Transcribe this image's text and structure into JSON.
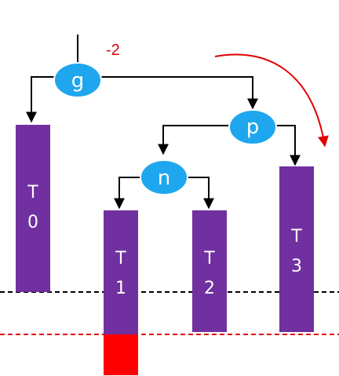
{
  "nodes": {
    "g": {
      "label": "g",
      "balance": "-2"
    },
    "p": {
      "label": "p"
    },
    "n": {
      "label": "n"
    }
  },
  "subtrees": {
    "t0": {
      "line1": "T",
      "line2": "0"
    },
    "t1": {
      "line1": "T",
      "line2": "1"
    },
    "t2": {
      "line1": "T",
      "line2": "2"
    },
    "t3": {
      "line1": "T",
      "line2": "3"
    }
  },
  "colors": {
    "node_fill": "#1ea6ee",
    "subtree_fill": "#7030a0",
    "height_block": "#ff0000",
    "rotation_arrow": "#e00000",
    "edge": "#000000",
    "baseline_dashed": "#000000",
    "limit_dashed": "#e00000"
  },
  "icons": {
    "rotation_arrow": "curved-arrow-right-down"
  }
}
